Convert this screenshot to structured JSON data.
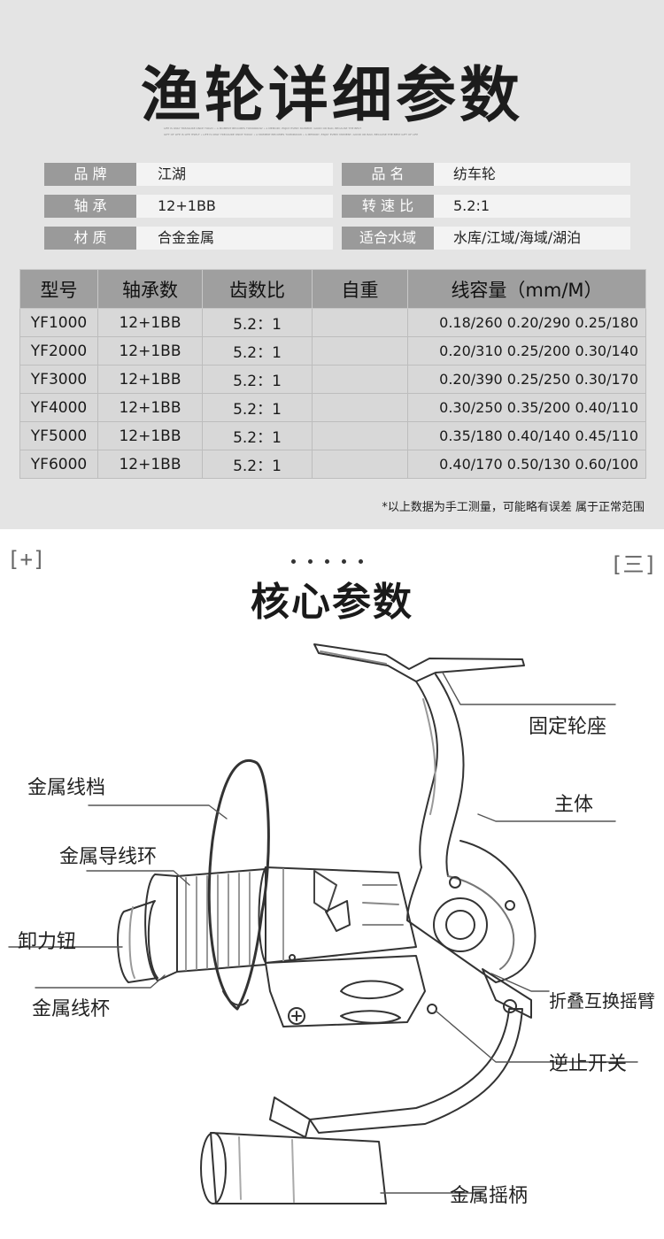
{
  "header": {
    "title": "渔轮详细参数",
    "fine_line_1": "LIFE IS ONLY TREASURE ONCE TODAY • A MOMENT BECOMES TOMORROW • A MEMORY, ENJOY EVERY MOMENT, GOOD OR BAD, BECAUSE THE BEST",
    "fine_line_2": "GIFT OF LIFE IS LIFE ITSELF • LIFE IS ONLY TREASURE ONCE TODAY • A MOMENT BECOMES TOMORROW • A MEMORY, ENJOY EVERY MOMENT, GOOD OR BAD, BECAUSE THE BEST GIFT OF LIFE"
  },
  "specs": {
    "brand": {
      "key": "品 牌",
      "value": "江湖"
    },
    "name": {
      "key": "品 名",
      "value": "纺车轮"
    },
    "bearing": {
      "key": "轴 承",
      "value": "12+1BB"
    },
    "ratio": {
      "key": "转 速 比",
      "value": "5.2:1"
    },
    "material": {
      "key": "材 质",
      "value": "合金金属"
    },
    "water": {
      "key": "适合水域",
      "value": "水库/江域/海域/湖泊"
    }
  },
  "table": {
    "headers": [
      "型号",
      "轴承数",
      "齿数比",
      "自重",
      "线容量（mm/M）"
    ],
    "rows": [
      [
        "YF1000",
        "12+1BB",
        "5.2：1",
        "",
        "0.18/260 0.20/290 0.25/180"
      ],
      [
        "YF2000",
        "12+1BB",
        "5.2：1",
        "",
        "0.20/310 0.25/200 0.30/140"
      ],
      [
        "YF3000",
        "12+1BB",
        "5.2：1",
        "",
        "0.20/390 0.25/250 0.30/170"
      ],
      [
        "YF4000",
        "12+1BB",
        "5.2：1",
        "",
        "0.30/250 0.35/200 0.40/110"
      ],
      [
        "YF5000",
        "12+1BB",
        "5.2：1",
        "",
        "0.35/180 0.40/140 0.45/110"
      ],
      [
        "YF6000",
        "12+1BB",
        "5.2：1",
        "",
        "0.40/170 0.50/130 0.60/100"
      ]
    ]
  },
  "note": "*以上数据为手工测量，可能略有误差 属于正常范围",
  "core": {
    "title": "核心参数",
    "bracket_left": "[+]",
    "bracket_right": "[三]"
  },
  "callouts": {
    "seat": "固定轮座",
    "body": "主体",
    "bail": "金属线档",
    "guide": "金属导线环",
    "drag": "卸力钮",
    "spool": "金属线杯",
    "arm": "折叠互换摇臂",
    "switch": "逆止开关",
    "handle": "金属摇柄"
  }
}
